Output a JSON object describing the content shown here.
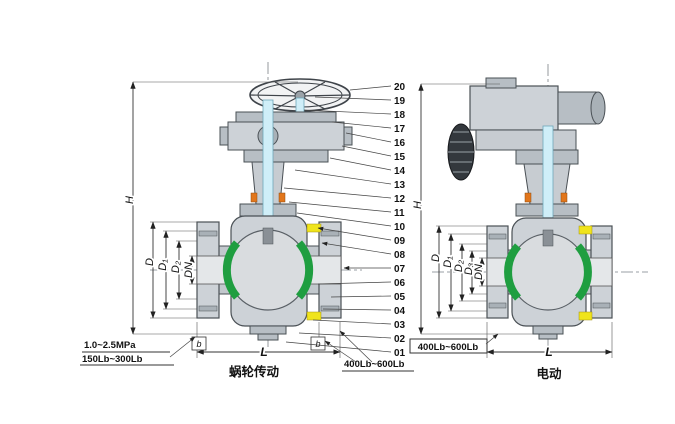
{
  "diagram": {
    "callouts": [
      "20",
      "19",
      "18",
      "17",
      "16",
      "15",
      "14",
      "13",
      "12",
      "11",
      "10",
      "09",
      "08",
      "07",
      "06",
      "05",
      "04",
      "03",
      "02",
      "01"
    ],
    "left_valve": {
      "dim_h": "H",
      "dim_d": "D",
      "dim_d1": "D₁",
      "dim_d2": "D₂",
      "dim_dn": "DN",
      "dim_l": "L",
      "dim_b_left": "b",
      "dim_b_right": "b",
      "pressure_rating": "1.0~2.5MPa",
      "class_rating_low": "150Lb~300Lb",
      "class_rating_high": "400Lb~600Lb",
      "drive_label": "蜗轮传动"
    },
    "right_valve": {
      "dim_h": "H",
      "dim_d": "D",
      "dim_d1": "D₁",
      "dim_d2": "D₂",
      "dim_d3": "D₃",
      "dim_dn": "DN",
      "dim_l": "L",
      "class_rating": "400Lb~600Lb",
      "drive_label": "电动"
    },
    "colors": {
      "seat_green": "#1f9e40",
      "seat_yellow": "#f0e41c",
      "stem_blue": "#cfeef8",
      "packing_orange": "#e2761b",
      "body_gray": "#cdd2d7"
    }
  }
}
